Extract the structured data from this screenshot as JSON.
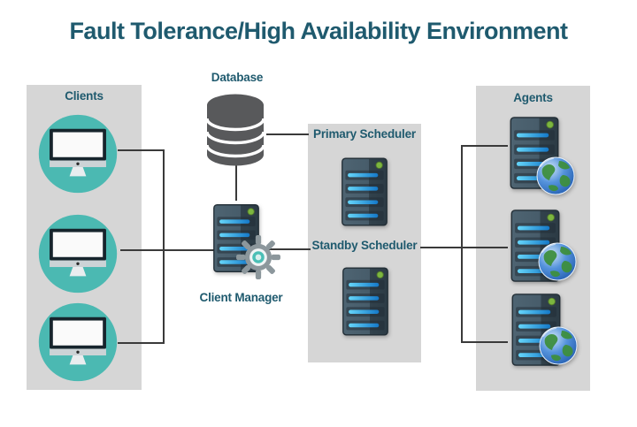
{
  "title": "Fault Tolerance/High Availability Environment",
  "labels": {
    "clients": "Clients",
    "database": "Database",
    "client_manager": "Client Manager",
    "primary_scheduler": "Primary Scheduler",
    "standby_scheduler": "Standby Scheduler",
    "agents": "Agents"
  },
  "structure": {
    "client_count": 3,
    "agent_count": 3,
    "scheduler_count": 2,
    "edges": [
      {
        "from": "client-1",
        "to": "client-manager"
      },
      {
        "from": "client-2",
        "to": "client-manager"
      },
      {
        "from": "client-3",
        "to": "client-manager"
      },
      {
        "from": "database",
        "to": "client-manager"
      },
      {
        "from": "database",
        "to": "primary-scheduler"
      },
      {
        "from": "client-manager",
        "to": "standby-scheduler"
      },
      {
        "from": "standby-scheduler",
        "to": "agent-1"
      },
      {
        "from": "standby-scheduler",
        "to": "agent-2"
      },
      {
        "from": "standby-scheduler",
        "to": "agent-3"
      }
    ]
  },
  "colors": {
    "accent_text": "#1f5a6e",
    "panel_gray": "#d6d6d6",
    "connector_line": "#3a3a3a",
    "client_teal": "#4bb9b2",
    "server_dark": "#32424c",
    "server_light": "#4c6170",
    "stripe_blue": "#2f9fe0",
    "led_green": "#7cb63f",
    "database_gray": "#58595b",
    "gear_gray": "#8c979c",
    "gear_teal": "#4bbfb6",
    "globe_blue": "#2c6cc0",
    "globe_green": "#3e8f3f"
  }
}
